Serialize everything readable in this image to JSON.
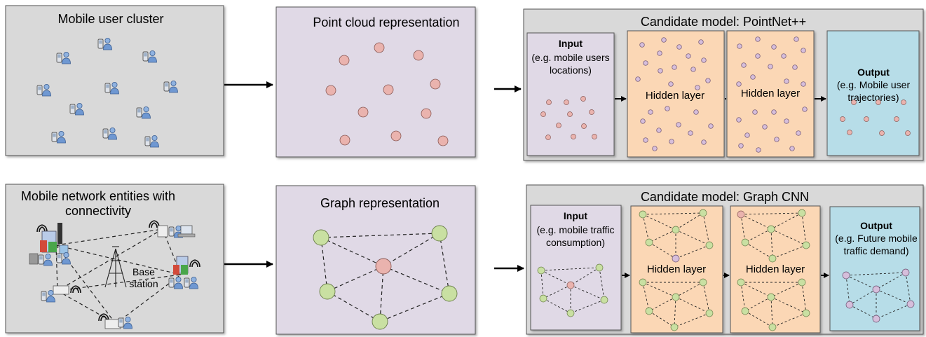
{
  "row1": {
    "cluster_title": "Mobile user cluster",
    "pc_title": "Point cloud representation",
    "model_title": "Candidate model: PointNet++",
    "input_heading": "Input",
    "input_desc": [
      "(e.g. mobile users",
      "locations)"
    ],
    "hidden1": "Hidden layer",
    "hidden2": "Hidden layer",
    "output_heading": "Output",
    "output_desc": [
      "(e.g. Mobile user",
      "trajectories)"
    ]
  },
  "row2": {
    "entities_title": [
      "Mobile network entities with",
      "connectivity"
    ],
    "base_station": [
      "Base",
      "station"
    ],
    "graph_title": "Graph representation",
    "model_title": "Candidate model: Graph CNN",
    "input_heading": "Input",
    "input_desc": [
      "(e.g. mobile traffic",
      "consumption)"
    ],
    "hidden1": "Hidden layer",
    "hidden2": "Hidden layer",
    "output_heading": "Output",
    "output_desc": [
      "(e.g. Future mobile",
      "traffic demand)"
    ]
  },
  "colors": {
    "grey_panel": "#d9d9d9",
    "lavender_panel": "#e0d9e6",
    "peach_panel": "#fbd7b5",
    "cyan_panel": "#b7dde8",
    "pink_node": "#eab3ae",
    "green_node": "#c9e0a2",
    "purple_node": "#d6bedb"
  },
  "icons": [
    "mobile-user-icon",
    "cell-tower-icon",
    "wifi-icon",
    "router-icon",
    "laptop-icon"
  ]
}
